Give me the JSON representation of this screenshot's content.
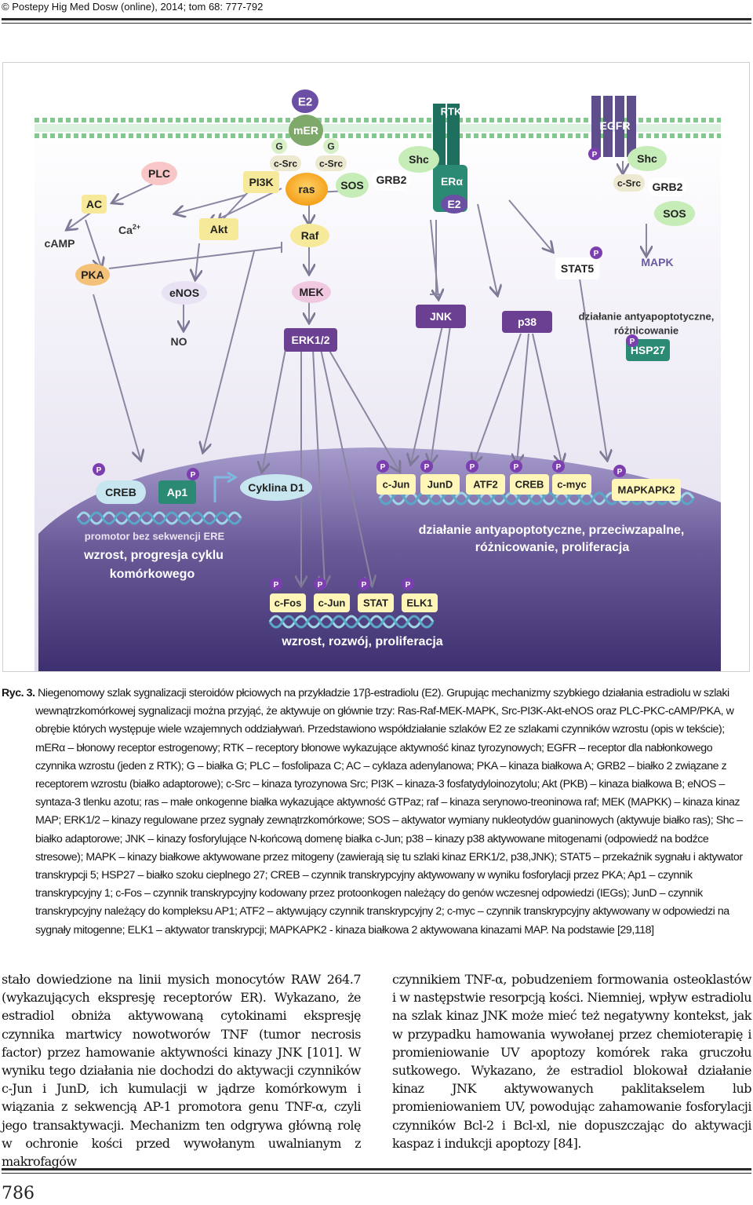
{
  "header": {
    "logo_glyph": "©",
    "journal": "Postepy Hig Med Dosw (online), 2014; tom 68: 777-792"
  },
  "figure": {
    "proteins": {
      "e2_top": "E2",
      "mer": "mER",
      "g_left": "G",
      "g_right": "G",
      "csrc_left": "c-Src",
      "csrc_right": "c-Src",
      "ras": "ras",
      "sos_left": "SOS",
      "pi3k": "PI3K",
      "plc": "PLC",
      "ac": "AC",
      "ca": "Ca",
      "ca_sup": "2+",
      "camp": "cAMP",
      "pka": "PKA",
      "akt": "Akt",
      "raf": "Raf",
      "enos": "eNOS",
      "no": "NO",
      "mek": "MEK",
      "erk": "ERK1/2",
      "grb2_left": "GRB2",
      "shc_left": "Shc",
      "rtk": "RTK",
      "era": "ERα",
      "e2_nuc": "E2",
      "egfr": "EGFR",
      "shc_right": "Shc",
      "csrc_r2": "c-Src",
      "grb2_right": "GRB2",
      "sos_right": "SOS",
      "stat5": "STAT5",
      "mapk": "MAPK",
      "jnk": "JNK",
      "p38": "p38",
      "anti_apop_1": "działanie antyapoptotyczne,",
      "anti_apop_2": "różnicowanie",
      "hsp27": "HSP27",
      "p": "P"
    },
    "nucleus": {
      "creb_left": "CREB",
      "ap1": "Ap1",
      "cyclin": "Cyklina D1",
      "promoter": "promotor bez sekwencji ERE",
      "growth_1": "wzrost, progresja cyklu",
      "growth_2": "komórkowego",
      "tf_row": [
        "c-Jun",
        "JunD",
        "ATF2",
        "CREB",
        "c-myc"
      ],
      "mapkapk2": "MAPKAPK2",
      "effect_1": "działanie antyapoptotyczne, przeciwzapalne,",
      "effect_2": "różnicowanie, proliferacja",
      "tf_bottom": [
        "c-Fos",
        "c-Jun",
        "STAT",
        "ELK1"
      ],
      "bottom_label": "wzrost, rozwój, proliferacja"
    }
  },
  "caption": {
    "label": "Ryc. 3.",
    "first_line": "Niegenomowy szlak sygnalizacji steroidów płciowych na przykładzie 17β-estradiolu (E2). Grupując mechanizmy szybkiego działania estradiolu w szlaki",
    "rest": "wewnątrzkomórkowej sygnalizacji można przyjąć, że aktywuje on głównie trzy: Ras-Raf-MEK-MAPK, Src-PI3K-Akt-eNOS oraz PLC-PKC-cAMP/PKA, w obrębie których występuje wiele wzajemnych oddziaływań. Przedstawiono współdziałanie szlaków E2 ze szlakami czynników wzrostu (opis w tekście); mERα – błonowy receptor estrogenowy; RTK – receptory błonowe wykazujące aktywność kinaz tyrozynowych; EGFR – receptor dla nabłonkowego czynnika wzrostu (jeden z RTK); G – białka G; PLC – fosfolipaza C; AC – cyklaza adenylanowa; PKA – kinaza białkowa A; GRB2 – białko 2 związane z receptorem wzrostu (białko adaptorowe); c-Src – kinaza tyrozynowa Src; PI3K – kinaza-3 fosfatydyloinozytolu; Akt (PKB) – kinaza białkowa B; eNOS – syntaza-3 tlenku azotu; ras – małe onkogenne białka wykazujące aktywność GTPaz; raf – kinaza serynowo-treoninowa raf; MEK (MAPKK) – kinaza kinaz MAP; ERK1/2 – kinazy regulowane przez sygnały zewnątrzkomórkowe; SOS – aktywator wymiany nukleotydów guaninowych (aktywuje białko ras); Shc – białko adaptorowe; JNK – kinazy fosforylujące N-końcową domenę białka c-Jun; p38 – kinazy p38 aktywowane mitogenami (odpowiedź na bodźce stresowe); MAPK – kinazy białkowe aktywowane przez mitogeny (zawierają się tu szlaki kinaz ERK1/2, p38,JNK); STAT5 – przekaźnik sygnału i aktywator transkrypcji 5; HSP27 – białko szoku cieplnego 27; CREB – czynnik transkrypcyjny aktywowany w wyniku fosforylacji przez PKA; Ap1 – czynnik transkrypcyjny 1; c-Fos – czynnik transkrypcyjny kodowany przez protoonkogen należący do genów wczesnej odpowiedzi (IEGs); JunD – czynnik transkrypcyjny należący do kompleksu AP1; ATF2 – aktywujący czynnik transkrypcyjny 2; c-myc – czynnik transkrypcyjny aktywowany w odpowiedzi na sygnały mitogenne; ELK1 – aktywator transkrypcji; MAPKAPK2 - kinaza białkowa 2 aktywowana kinazami MAP. Na podstawie [29,118]"
  },
  "body": {
    "left_col": "stało dowiedzione na linii mysich monocytów RAW 264.7 (wykazujących ekspresję receptorów ER). Wykazano, że estradiol obniża aktywowaną cytokinami ekspresję czynnika martwicy nowotworów TNF (tumor necrosis factor) przez hamowanie aktywności kinazy JNK [101]. W wyniku tego działania nie dochodzi do aktywacji czynników c-Jun i JunD, ich kumulacji w jądrze komórkowym i wiązania z sekwencją AP-1 promotora genu TNF-α, czyli jego transaktywacji. Mechanizm ten odgrywa główną rolę w ochronie kości przed wywołanym uwalnianym z makrofagów",
    "right_col": "czynnikiem TNF-α, pobudzeniem formowania osteoklastów i w następstwie resorpcją kości. Niemniej, wpływ estradiolu na szlak kinaz JNK może mieć też negatywny kontekst, jak w przypadku hamowania wywołanej przez chemioterapię i promieniowanie UV apoptozy komórek raka gruczołu sutkowego. Wykazano, że estradiol blokował działanie kinaz JNK aktywowanych paklitakselem lub promieniowaniem UV, powodując zahamowanie fosforylacji czynników Bcl-2 i Bcl-xl, nie dopuszczając do aktywacji kaspaz i indukcji apoptozy [84]."
  },
  "footer": {
    "page_number": "786"
  }
}
